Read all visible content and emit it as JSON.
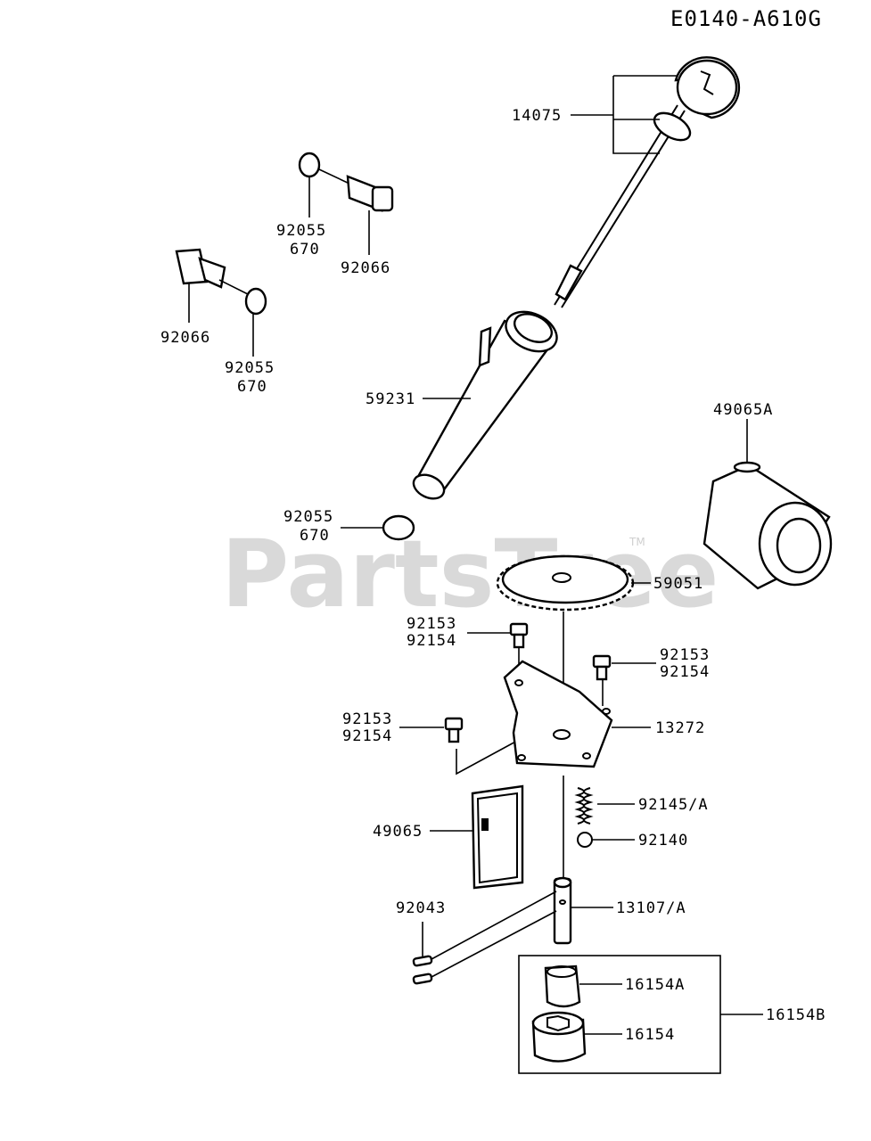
{
  "diagram_code": "E0140-A610G",
  "watermark": "PartsTree",
  "watermark_tm": "TM",
  "labels": {
    "p14075": "14075",
    "p92055_a": "92055",
    "p670_a": "670",
    "p92066_a": "92066",
    "p92066_b": "92066",
    "p92055_b": "92055",
    "p670_b": "670",
    "p59231": "59231",
    "p49065A": "49065A",
    "p92055_c": "92055",
    "p670_c": "670",
    "p59051": "59051",
    "p92153_a": "92153",
    "p92154_a": "92154",
    "p92153_b": "92153",
    "p92154_b": "92154",
    "p92153_c": "92153",
    "p92154_c": "92154",
    "p13272": "13272",
    "p92145A": "92145/A",
    "p49065": "49065",
    "p92140": "92140",
    "p92043": "92043",
    "p13107A": "13107/A",
    "p16154A": "16154A",
    "p16154": "16154",
    "p16154B": "16154B"
  }
}
